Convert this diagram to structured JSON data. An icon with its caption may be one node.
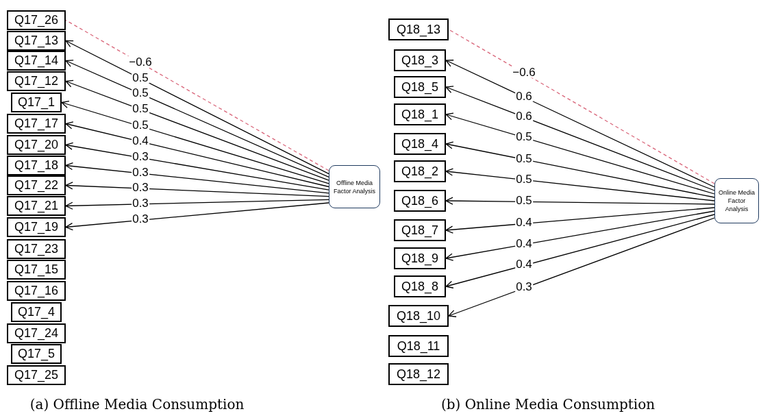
{
  "diagram": {
    "nodes": [
      {
        "text": [
          "Q17_26"
        ]
      },
      {
        "text": [
          "Q17_13"
        ]
      },
      {
        "text": [
          "Q17_14"
        ]
      },
      {
        "text": [
          "Q17_12"
        ]
      },
      {
        "text": [
          "Q17_1"
        ]
      },
      {
        "text": [
          "Q17_17"
        ]
      },
      {
        "text": [
          "Q17_20"
        ]
      },
      {
        "text": [
          "Q17_18"
        ]
      },
      {
        "text": [
          "Q17_22"
        ]
      },
      {
        "text": [
          "Q17_21"
        ]
      },
      {
        "text": [
          "Q17_19"
        ]
      },
      {
        "text": [
          "Q17_23"
        ]
      },
      {
        "text": [
          "Q17_15"
        ]
      },
      {
        "text": [
          "Q17_16"
        ]
      },
      {
        "text": [
          "Q17_4"
        ]
      },
      {
        "text": [
          "Q17_24"
        ]
      },
      {
        "text": [
          "Q17_5"
        ]
      },
      {
        "text": [
          "Q17_25"
        ]
      },
      {
        "text": [
          "Offline Media Factor Analysis"
        ]
      },
      {
        "text": [
          "Q18_13"
        ]
      },
      {
        "text": [
          "Q18_3"
        ]
      },
      {
        "text": [
          "Q18_5"
        ]
      },
      {
        "text": [
          "Q18_1"
        ]
      },
      {
        "text": [
          "Q18_4"
        ]
      },
      {
        "text": [
          "Q18_2"
        ]
      },
      {
        "text": [
          "Q18_6"
        ]
      },
      {
        "text": [
          "Q18_7"
        ]
      },
      {
        "text": [
          "Q18_9"
        ]
      },
      {
        "text": [
          "Q18_8"
        ]
      },
      {
        "text": [
          "Q18_10"
        ]
      },
      {
        "text": [
          "Q18_11"
        ]
      },
      {
        "text": [
          "Q18_12"
        ]
      },
      {
        "text": [
          "Online Media Factor Analysis"
        ]
      }
    ],
    "edges": [
      {
        "from": 18,
        "to": 0,
        "arrow": "none",
        "label": "−0.6",
        "style": "dashed",
        "color": "#d9667a"
      },
      {
        "from": 18,
        "to": 1,
        "arrow": "to",
        "label": "0.5"
      },
      {
        "from": 18,
        "to": 2,
        "arrow": "to",
        "label": "0.5"
      },
      {
        "from": 18,
        "to": 3,
        "arrow": "to",
        "label": "0.5"
      },
      {
        "from": 18,
        "to": 4,
        "arrow": "to",
        "label": "0.5"
      },
      {
        "from": 18,
        "to": 5,
        "arrow": "to",
        "label": "0.4"
      },
      {
        "from": 18,
        "to": 6,
        "arrow": "to",
        "label": "0.3"
      },
      {
        "from": 18,
        "to": 7,
        "arrow": "to",
        "label": "0.3"
      },
      {
        "from": 18,
        "to": 8,
        "arrow": "to",
        "label": "0.3"
      },
      {
        "from": 18,
        "to": 9,
        "arrow": "to",
        "label": "0.3"
      },
      {
        "from": 18,
        "to": 10,
        "arrow": "to",
        "label": "0.3"
      },
      {
        "from": 32,
        "to": 19,
        "arrow": "none",
        "label": "−0.6",
        "style": "dashed",
        "color": "#d9667a"
      },
      {
        "from": 32,
        "to": 20,
        "arrow": "to",
        "label": "0.6"
      },
      {
        "from": 32,
        "to": 21,
        "arrow": "to",
        "label": "0.6"
      },
      {
        "from": 32,
        "to": 22,
        "arrow": "to",
        "label": "0.5"
      },
      {
        "from": 32,
        "to": 23,
        "arrow": "to",
        "label": "0.5"
      },
      {
        "from": 32,
        "to": 24,
        "arrow": "to",
        "label": "0.5"
      },
      {
        "from": 32,
        "to": 25,
        "arrow": "to",
        "label": "0.5"
      },
      {
        "from": 32,
        "to": 26,
        "arrow": "to",
        "label": "0.4"
      },
      {
        "from": 32,
        "to": 27,
        "arrow": "to",
        "label": "0.4"
      },
      {
        "from": 32,
        "to": 28,
        "arrow": "to",
        "label": "0.4"
      },
      {
        "from": 32,
        "to": 29,
        "arrow": "to",
        "label": "0.3"
      }
    ],
    "labels": [
      "(a) Offline Media Consumption",
      "(b) Online Media Consumption"
    ]
  }
}
